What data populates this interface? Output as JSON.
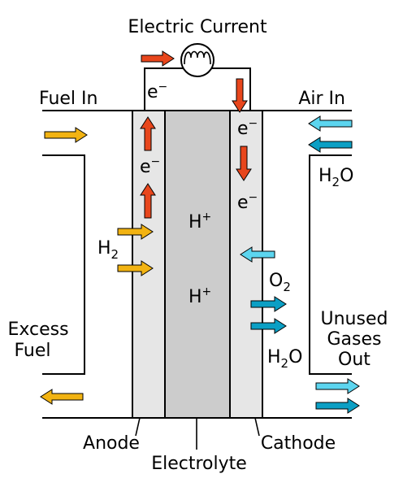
{
  "labels": {
    "electric_current": "Electric Current",
    "fuel_in": "Fuel In",
    "air_in": "Air In",
    "excess_fuel_line1": "Excess",
    "excess_fuel_line2": "Fuel",
    "unused_line1": "Unused",
    "unused_line2": "Gases",
    "unused_line3": "Out",
    "anode": "Anode",
    "electrolyte": "Electrolyte",
    "cathode": "Cathode"
  },
  "species": {
    "electron": {
      "base": "e",
      "sup": "−"
    },
    "proton": {
      "base": "H",
      "sup": "+"
    },
    "hydrogen": {
      "base": "H",
      "sub": "2"
    },
    "oxygen": {
      "base": "O",
      "sub": "2"
    },
    "water": {
      "base": "H",
      "sub": "2",
      "tail": "O"
    }
  },
  "colors": {
    "electron_arrow": "#e8461c",
    "fuel_arrow": "#f2b312",
    "air_arrow_light": "#5cd5ef",
    "air_arrow_dark": "#0b9fc4",
    "anode_fill": "#e6e6e6",
    "electrolyte_fill": "#cccccc",
    "cathode_fill": "#e6e6e6",
    "line": "#000000"
  }
}
